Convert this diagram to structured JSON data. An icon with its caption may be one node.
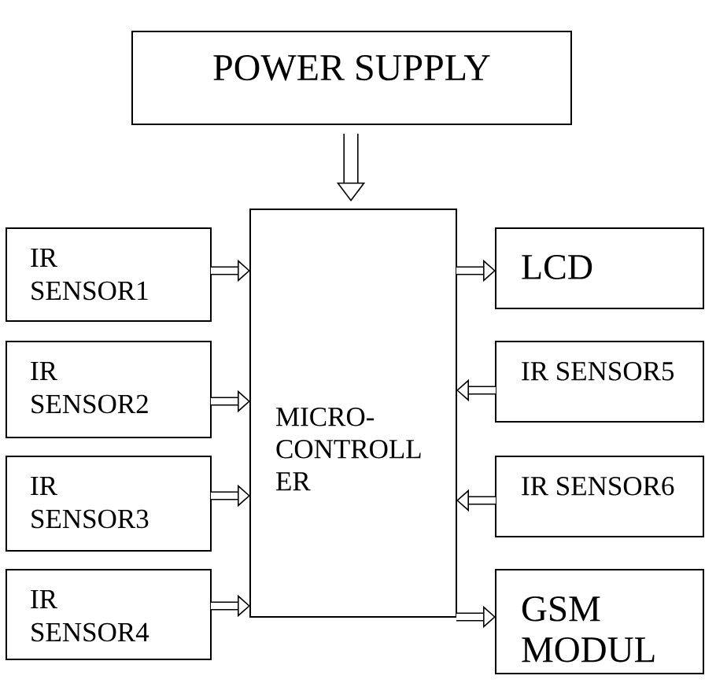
{
  "diagram": {
    "nodes": [
      {
        "text": [
          "POWER SUPPLY"
        ]
      },
      {
        "text": [
          "MICRO- CONTROLL ER"
        ]
      },
      {
        "text": [
          "IR SENSOR1"
        ]
      },
      {
        "text": [
          "IR SENSOR2"
        ]
      },
      {
        "text": [
          "IR SENSOR3"
        ]
      },
      {
        "text": [
          "IR SENSOR4"
        ]
      },
      {
        "text": [
          "LCD"
        ]
      },
      {
        "text": [
          "IR SENSOR5"
        ]
      },
      {
        "text": [
          "IR SENSOR6"
        ]
      },
      {
        "text": [
          "GSM MODUL"
        ]
      }
    ],
    "edges": [
      {
        "from": 0,
        "to": 1,
        "arrow": "to"
      },
      {
        "from": 2,
        "to": 1,
        "arrow": "to"
      },
      {
        "from": 3,
        "to": 1,
        "arrow": "to"
      },
      {
        "from": 4,
        "to": 1,
        "arrow": "to"
      },
      {
        "from": 5,
        "to": 1,
        "arrow": "to"
      },
      {
        "from": 1,
        "to": 6,
        "arrow": "to"
      },
      {
        "from": 7,
        "to": 1,
        "arrow": "to"
      },
      {
        "from": 8,
        "to": 1,
        "arrow": "to"
      },
      {
        "from": 1,
        "to": 9,
        "arrow": "to"
      }
    ]
  }
}
